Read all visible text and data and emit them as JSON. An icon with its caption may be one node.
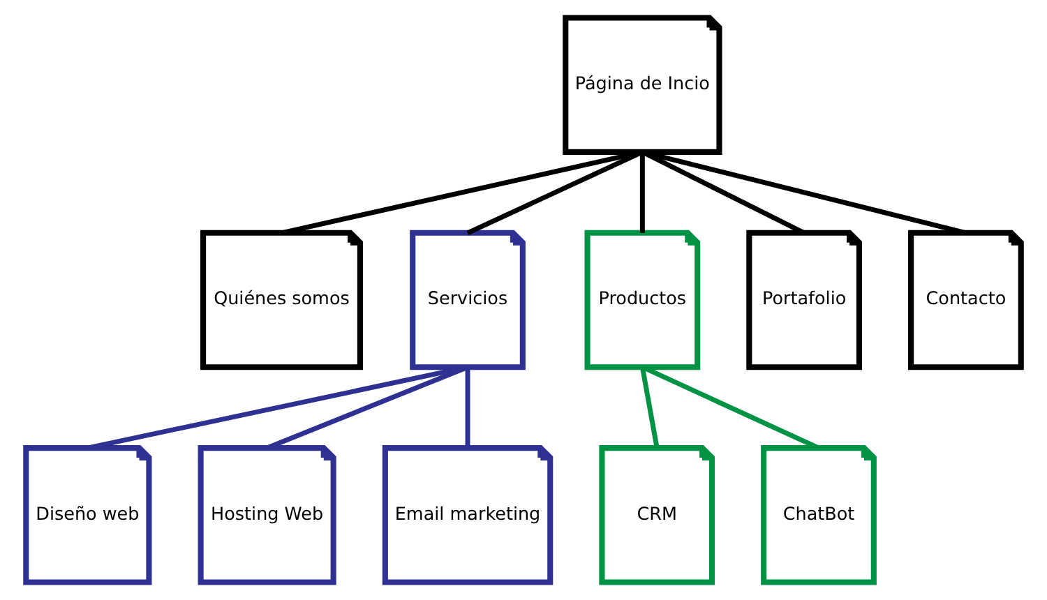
{
  "diagram": {
    "nodes": [
      {
        "text": [
          "Página de Incio"
        ]
      },
      {
        "text": [
          "Quiénes somos"
        ]
      },
      {
        "text": [
          "Servicios"
        ]
      },
      {
        "text": [
          "Productos"
        ]
      },
      {
        "text": [
          "Portafolio"
        ]
      },
      {
        "text": [
          "Contacto"
        ]
      },
      {
        "text": [
          "Diseño web"
        ]
      },
      {
        "text": [
          "Hosting Web"
        ]
      },
      {
        "text": [
          "Email marketing"
        ]
      },
      {
        "text": [
          "CRM"
        ]
      },
      {
        "text": [
          "ChatBot"
        ]
      }
    ],
    "edges": [
      {
        "from": 0,
        "to": 1,
        "arrow": "none"
      },
      {
        "from": 0,
        "to": 2,
        "arrow": "none"
      },
      {
        "from": 0,
        "to": 3,
        "arrow": "none"
      },
      {
        "from": 0,
        "to": 4,
        "arrow": "none"
      },
      {
        "from": 0,
        "to": 5,
        "arrow": "none"
      },
      {
        "from": 2,
        "to": 6,
        "arrow": "none",
        "color": "#2e3192"
      },
      {
        "from": 2,
        "to": 7,
        "arrow": "none",
        "color": "#2e3192"
      },
      {
        "from": 2,
        "to": 8,
        "arrow": "none",
        "color": "#2e3192"
      },
      {
        "from": 3,
        "to": 9,
        "arrow": "none",
        "color": "#009245"
      },
      {
        "from": 3,
        "to": 10,
        "arrow": "none",
        "color": "#009245"
      }
    ]
  }
}
